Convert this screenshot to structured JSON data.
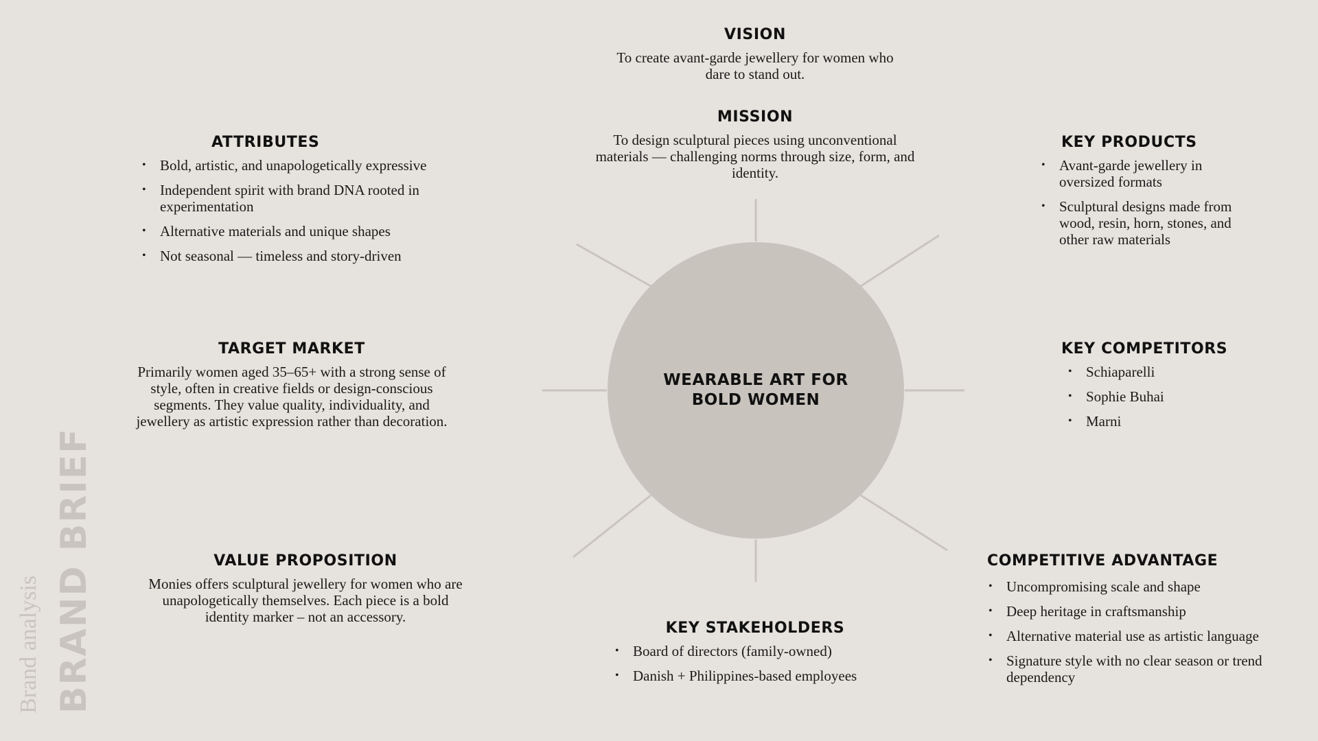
{
  "side": {
    "subtitle": "Brand analysis",
    "title": "BRAND BRIEF"
  },
  "hub": {
    "label": "WEARABLE ART FOR BOLD WOMEN"
  },
  "vision": {
    "title": "VISION",
    "text": "To create avant-garde jewellery for women who dare to stand out."
  },
  "mission": {
    "title": "MISSION",
    "text": "To design sculptural pieces using unconventional materials — challenging norms through size, form, and identity."
  },
  "attributes": {
    "title": "ATTRIBUTES",
    "items": [
      "Bold, artistic, and unapologetically expressive",
      "Independent spirit with brand DNA rooted in experimentation",
      "Alternative materials and unique shapes",
      "Not seasonal — timeless and story-driven"
    ]
  },
  "key_products": {
    "title": "KEY PRODUCTS",
    "items": [
      "Avant-garde jewellery in oversized formats",
      "Sculptural designs made from wood, resin, horn, stones, and other raw materials"
    ]
  },
  "target_market": {
    "title": "TARGET MARKET",
    "text": "Primarily women aged 35–65+ with a strong sense of style, often in creative fields or design-conscious segments. They value quality, individuality, and jewellery as artistic expression rather than decoration."
  },
  "key_competitors": {
    "title": "KEY COMPETITORS",
    "items": [
      "Schiaparelli",
      "Sophie Buhai",
      "Marni"
    ]
  },
  "value_proposition": {
    "title": "VALUE PROPOSITION",
    "text": "Monies offers sculptural jewellery for women who are unapologetically themselves. Each piece is a bold identity marker – not an accessory."
  },
  "key_stakeholders": {
    "title": "KEY STAKEHOLDERS",
    "items": [
      "Board of directors (family-owned)",
      "Danish + Philippines-based employees"
    ]
  },
  "competitive_advantage": {
    "title": "COMPETITIVE ADVANTAGE",
    "items": [
      "Uncompromising scale and shape",
      "Deep heritage in craftsmanship",
      "Alternative material use as artistic language",
      "Signature style with no clear season or trend dependency"
    ]
  },
  "colors": {
    "background": "#e6e2dd",
    "hub": "#c8c3bd",
    "spokes": "#c9c4be",
    "side_text": "#c9c4bf"
  }
}
